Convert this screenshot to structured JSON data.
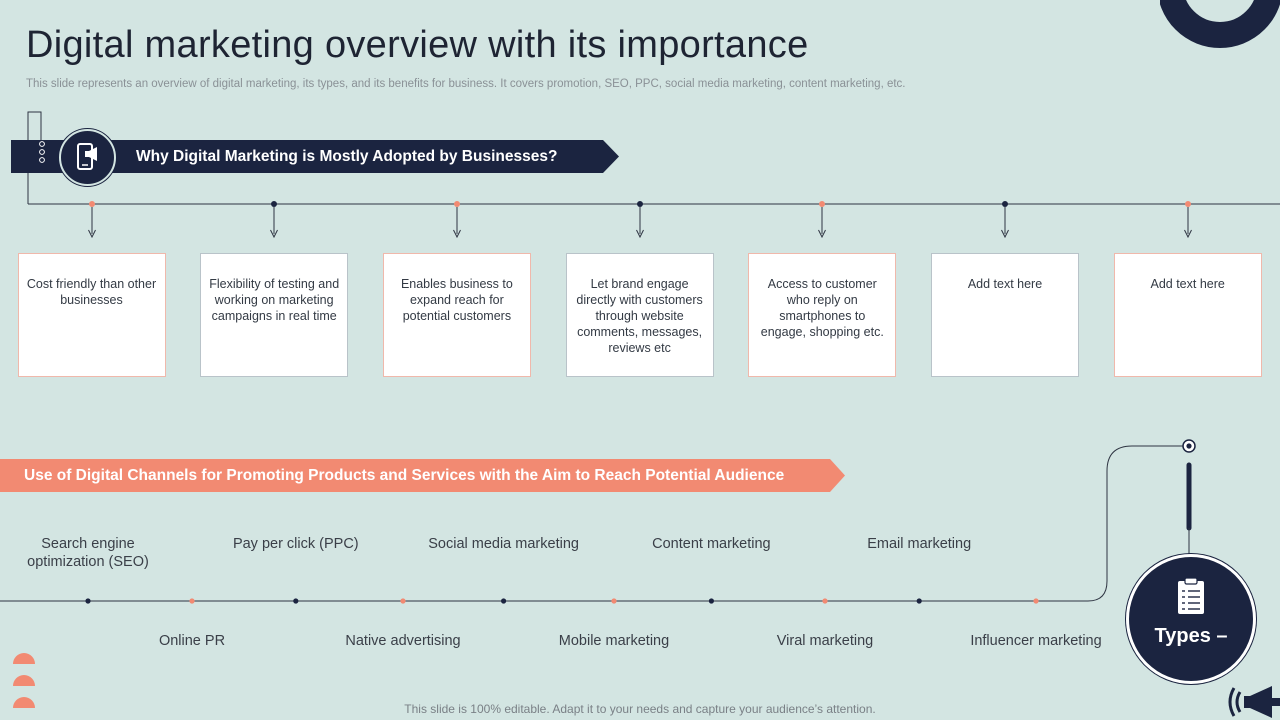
{
  "title": "Digital marketing overview with its importance",
  "subtitle": "This slide represents an overview of digital marketing, its types, and its benefits for business. It covers promotion, SEO, PPC,  social media marketing, content marketing, etc.",
  "section1": {
    "heading": "Why Digital Marketing is Mostly  Adopted by Businesses?",
    "icon": "mobile-marketing-icon",
    "reasons": [
      "Cost friendly than other businesses",
      "Flexibility of testing and working on marketing campaigns in real time",
      "Enables business to expand reach for potential customers",
      "Let brand engage directly with customers through website comments, messages, reviews  etc",
      "Access to customer who reply on smartphones to engage, shopping etc.",
      "Add text here",
      "Add text here"
    ]
  },
  "section2": {
    "heading": "Use of Digital Channels for Promoting Products and Services with the Aim to Reach Potential Audience",
    "top_channels": [
      "Search engine optimization (SEO)",
      "Pay per click (PPC)",
      "Social media marketing",
      "Content marketing",
      "Email marketing"
    ],
    "bottom_channels": [
      "Online PR",
      "Native advertising",
      "Mobile marketing",
      "Viral marketing",
      "Influencer marketing"
    ],
    "types_label": "Types –",
    "types_icon": "clipboard-checklist-icon"
  },
  "footer": "This slide is 100% editable. Adapt it to your needs and capture your audience’s attention.",
  "colors": {
    "background": "#d3e5e2",
    "navy": "#1b2440",
    "salmon": "#f28a72"
  }
}
